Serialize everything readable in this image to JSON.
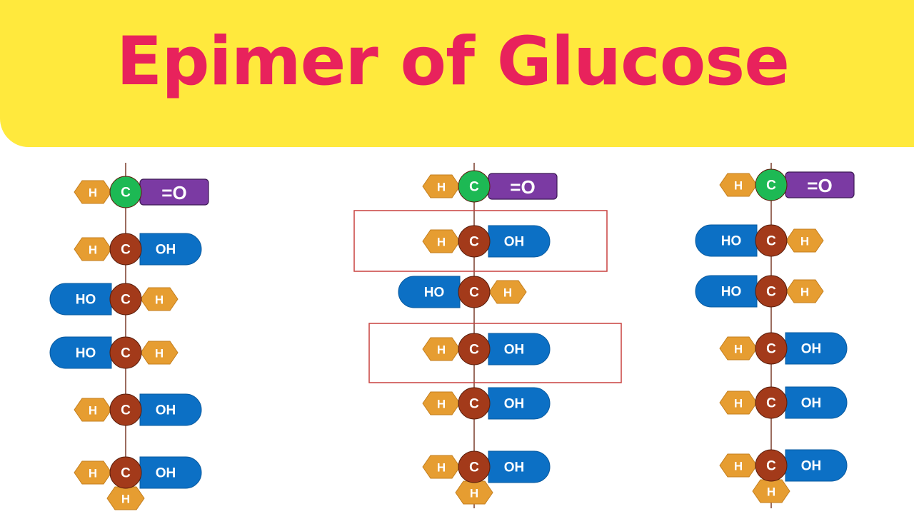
{
  "title": "Epimer of Glucose",
  "colors": {
    "banner": "#ffe93d",
    "title": "#e8225c",
    "hydrogen": "#e69d31",
    "carbon_top": "#1db954",
    "carbon": "#a33a1a",
    "carbonyl": "#7b3aa3",
    "hydroxyl": "#0c70c5",
    "backbone": "#7a3b2a",
    "highlight": "#c8413f"
  },
  "labels": {
    "carbon": "C",
    "hydrogen": "H",
    "hydroxyl_right": "OH",
    "hydroxyl_left": "HO",
    "carbonyl": "=O"
  },
  "structures": [
    {
      "name": "structure-left",
      "rows": [
        {
          "left": "H",
          "right": "=O",
          "top": true
        },
        {
          "left": "H",
          "right": "OH"
        },
        {
          "left": "HO",
          "right": "H"
        },
        {
          "left": "HO",
          "right": "H"
        },
        {
          "left": "H",
          "right": "OH"
        },
        {
          "left": "H",
          "right": "OH",
          "bottom": "H"
        }
      ]
    },
    {
      "name": "structure-middle",
      "rows": [
        {
          "left": "H",
          "right": "=O",
          "top": true
        },
        {
          "left": "H",
          "right": "OH",
          "highlight": true
        },
        {
          "left": "HO",
          "right": "H"
        },
        {
          "left": "H",
          "right": "OH",
          "highlight": true
        },
        {
          "left": "H",
          "right": "OH"
        },
        {
          "left": "H",
          "right": "OH",
          "bottom": "H"
        }
      ]
    },
    {
      "name": "structure-right",
      "rows": [
        {
          "left": "H",
          "right": "=O",
          "top": true
        },
        {
          "left": "HO",
          "right": "H"
        },
        {
          "left": "HO",
          "right": "H"
        },
        {
          "left": "H",
          "right": "OH"
        },
        {
          "left": "H",
          "right": "OH"
        },
        {
          "left": "H",
          "right": "OH",
          "bottom": "H"
        }
      ]
    }
  ]
}
